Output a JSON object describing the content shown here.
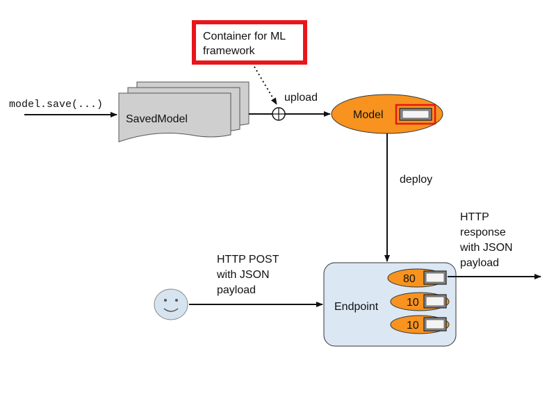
{
  "diagram": {
    "code_label": "model.save(...)",
    "saved_model_label": "SavedModel",
    "container_lines": [
      "Container for ML",
      "framework"
    ],
    "upload_label": "upload",
    "model_label": "Model",
    "deploy_label": "deploy",
    "request_lines": [
      "HTTP POST",
      "with JSON",
      "payload"
    ],
    "response_lines": [
      "HTTP",
      "response",
      "with JSON",
      "payload"
    ],
    "endpoint_label": "Endpoint",
    "traffic_splits": [
      "80",
      "10",
      "10"
    ],
    "colors": {
      "orange": "#f7931e",
      "container_border": "#e8161b",
      "endpoint_fill": "#dbe7f3",
      "doc_fill": "#cfcfcf",
      "user_face": "#d6e4f0"
    }
  }
}
